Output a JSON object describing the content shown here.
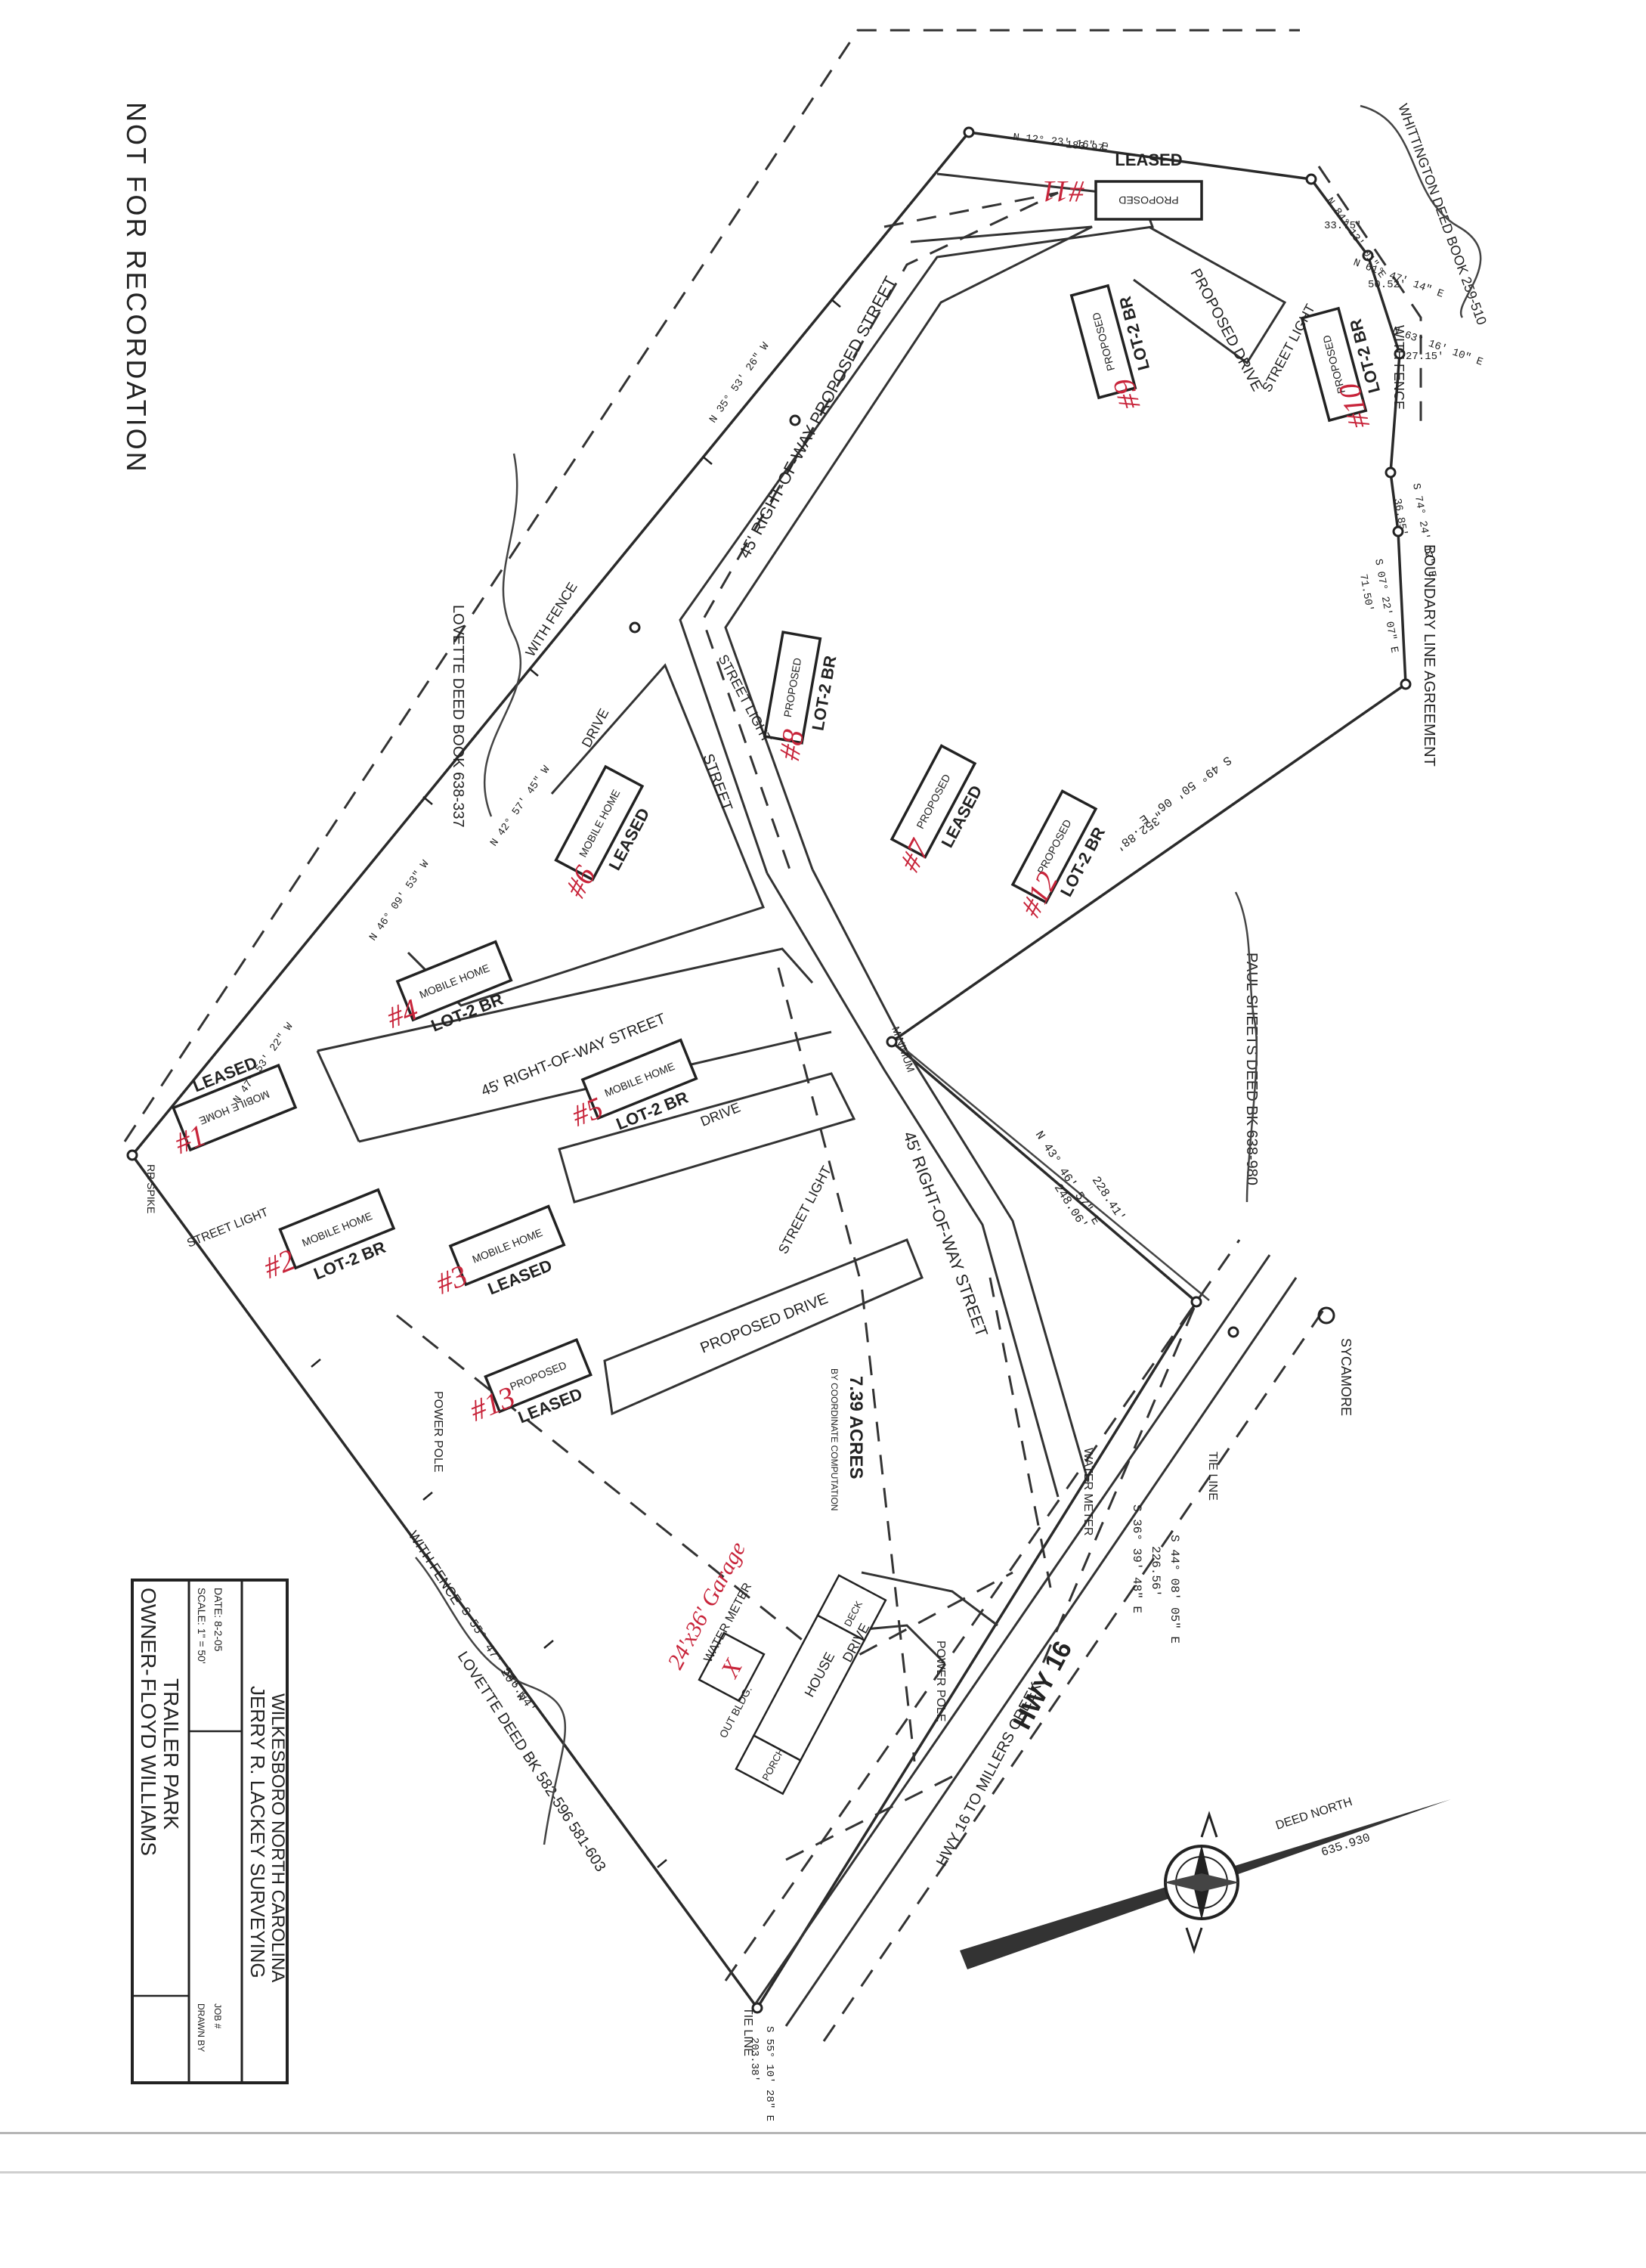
{
  "header": {
    "stamp": "NOT FOR RECORDATION"
  },
  "title_block": {
    "owner_label": "OWNER-",
    "owner_name": "FLOYD WILLIAMS",
    "project": "TRAILER PARK",
    "scale": "SCALE: 1\" = 50'",
    "date": "DATE: 8-2-05",
    "drawn_by": "DRAWN BY",
    "sheet": "JOB #",
    "surveyor": "JERRY R. LACKEY SURVEYING",
    "location": "WILKESBORO   NORTH CAROLINA"
  },
  "lots": [
    {
      "number": "#1",
      "status": "LEASED",
      "type": "MOBILE HOME"
    },
    {
      "number": "#2",
      "status": "LOT-2 BR",
      "type": "MOBILE HOME"
    },
    {
      "number": "#3",
      "status": "LEASED",
      "type": "MOBILE HOME"
    },
    {
      "number": "#4",
      "status": "LOT-2 BR",
      "type": "MOBILE HOME"
    },
    {
      "number": "#5",
      "status": "LOT-2 BR",
      "type": "MOBILE HOME"
    },
    {
      "number": "#6",
      "status": "LEASED",
      "type": "MOBILE HOME"
    },
    {
      "number": "#7",
      "status": "LEASED",
      "type": "PROPOSED"
    },
    {
      "number": "#8",
      "status": "LOT-2 BR",
      "type": "PROPOSED"
    },
    {
      "number": "#9",
      "status": "LOT-2 BR",
      "type": "PROPOSED"
    },
    {
      "number": "#10",
      "status": "LOT-2 BR",
      "type": "PROPOSED"
    },
    {
      "number": "#11",
      "status": "LEASED",
      "type": "PROPOSED"
    },
    {
      "number": "#12",
      "status": "LOT-2 BR",
      "type": "PROPOSED"
    },
    {
      "number": "#13",
      "status": "LEASED",
      "type": "PROPOSED"
    }
  ],
  "labels": {
    "proposed_drive_top": "PROPOSED DRIVE",
    "proposed_drive_bottom": "PROPOSED DRIVE",
    "street_light": "STREET LIGHT",
    "proposed_street": "45' RIGHT-OF-WAY PROPOSED STREET",
    "street_main": "45' RIGHT-OF-WAY STREET",
    "street_mid": "45' RIGHT-OF-WAY STREET",
    "street_short": "STREET",
    "drive": "DRIVE",
    "acres": "7.39 ACRES",
    "acres_note": "BY COORDINATE COMPUTATION",
    "hwy": "HWY 16",
    "hwy_alt": "HWY 16 TO MILLERS CREEK",
    "house": "HOUSE",
    "porch": "PORCH",
    "deck": "DECK",
    "out_bldg": "OUT BLDG.",
    "garage_handwritten": "24'x36' Garage",
    "garage_mark": "X",
    "power_pole": "POWER POLE",
    "water_meter": "WATER METER",
    "with_fence": "WITH FENCE",
    "boundary_agreement": "BOUNDARY LINE AGREEMENT",
    "sycamore": "SYCAMORE",
    "tie_line": "TIE LINE",
    "tie_line_bottom": "TIE LINE",
    "rr_spike": "RR SPIKE",
    "minimum": "MINIMUM"
  },
  "adjoiners": {
    "whittington": "WHITTINGTON DEED BOOK 259-510",
    "lovette_top": "LOVETTE DEED BOOK 638-337",
    "paul_sheets": "PAUL SHEETS DEED BK 638-980",
    "lovette_bottom": "LOVETTE DEED BK 582-596 581-603"
  },
  "bearings": {
    "b1": "N 12° 23' 16\" E",
    "b1_dist": "183.97'",
    "b2": "N 84° 13' 01\" E",
    "b2_dist": "33.75'",
    "b3": "N 61° 47' 14\" E",
    "b3_dist": "50.52'",
    "b4": "N 63° 16' 10\" E",
    "b4_dist": "27.15'",
    "b5": "S 74° 24' 12\" E",
    "b5_dist": "36.85'",
    "b6": "S 07° 22' 07\" E",
    "b6_dist": "71.50'",
    "b7": "S 49° 50' 06\" E",
    "b7_dist": "352.88'",
    "b8": "N 43° 46' 57\" E",
    "b8_dist": "228.41'",
    "b8_total": "248.06'",
    "b9": "S 36° 39' 48\" E",
    "b10": "S 44° 08' 05\" E",
    "b10_dist": "226.56'",
    "b11": "S 55° 47' 20\" W",
    "b11_dist": "546.54'",
    "b12": "N 47° 53' 22\" W",
    "b13": "N 46° 09' 53\" W",
    "b14": "N 42° 57' 45\" W",
    "b15": "N 35° 53' 26\" W",
    "b16": "S 55° 10' 28\" E",
    "b16_dist": "203.38'"
  },
  "north_arrow": {
    "label": "DEED NORTH",
    "value": "635.930"
  },
  "colors": {
    "ink": "#222222",
    "annotation_red": "#c8243a",
    "paper": "#ffffff"
  }
}
